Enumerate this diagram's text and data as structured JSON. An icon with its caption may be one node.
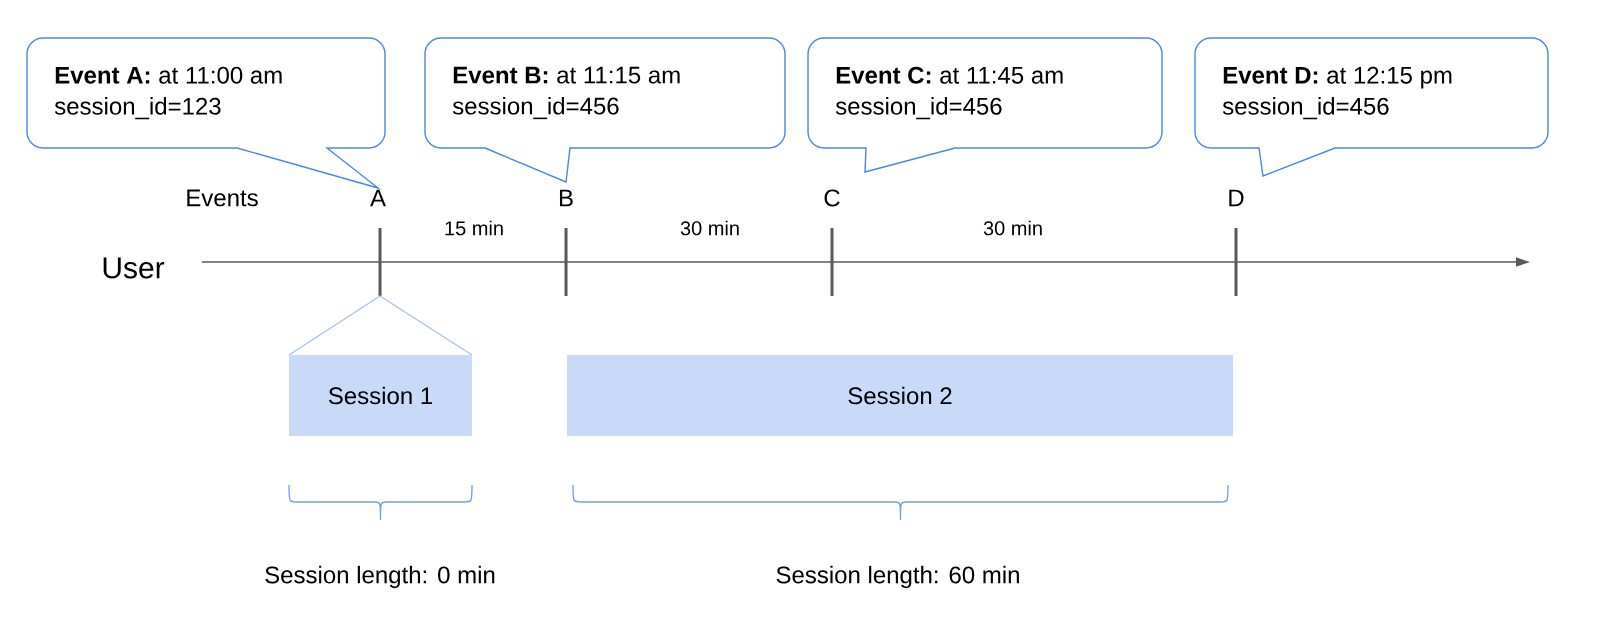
{
  "diagram": {
    "nodes": [
      {
        "text": [
          "**Event A:** at 11:00 am",
          "session_id=123"
        ]
      },
      {
        "text": [
          "**Event B:** at 11:15 am",
          "session_id=456"
        ]
      },
      {
        "text": [
          "**Event C:** at 11:45 am",
          "session_id=456"
        ]
      },
      {
        "text": [
          "**Event D:** at 12:15 pm",
          "session_id=456"
        ]
      },
      {
        "text": [
          "Session 1"
        ]
      },
      {
        "text": [
          "Session 2"
        ]
      }
    ],
    "labels": [
      "Events",
      "A",
      "B",
      "C",
      "D",
      "15 min",
      "30 min",
      "30 min",
      "User",
      "Session length: 0 min",
      "Session length: 60 min"
    ]
  }
}
